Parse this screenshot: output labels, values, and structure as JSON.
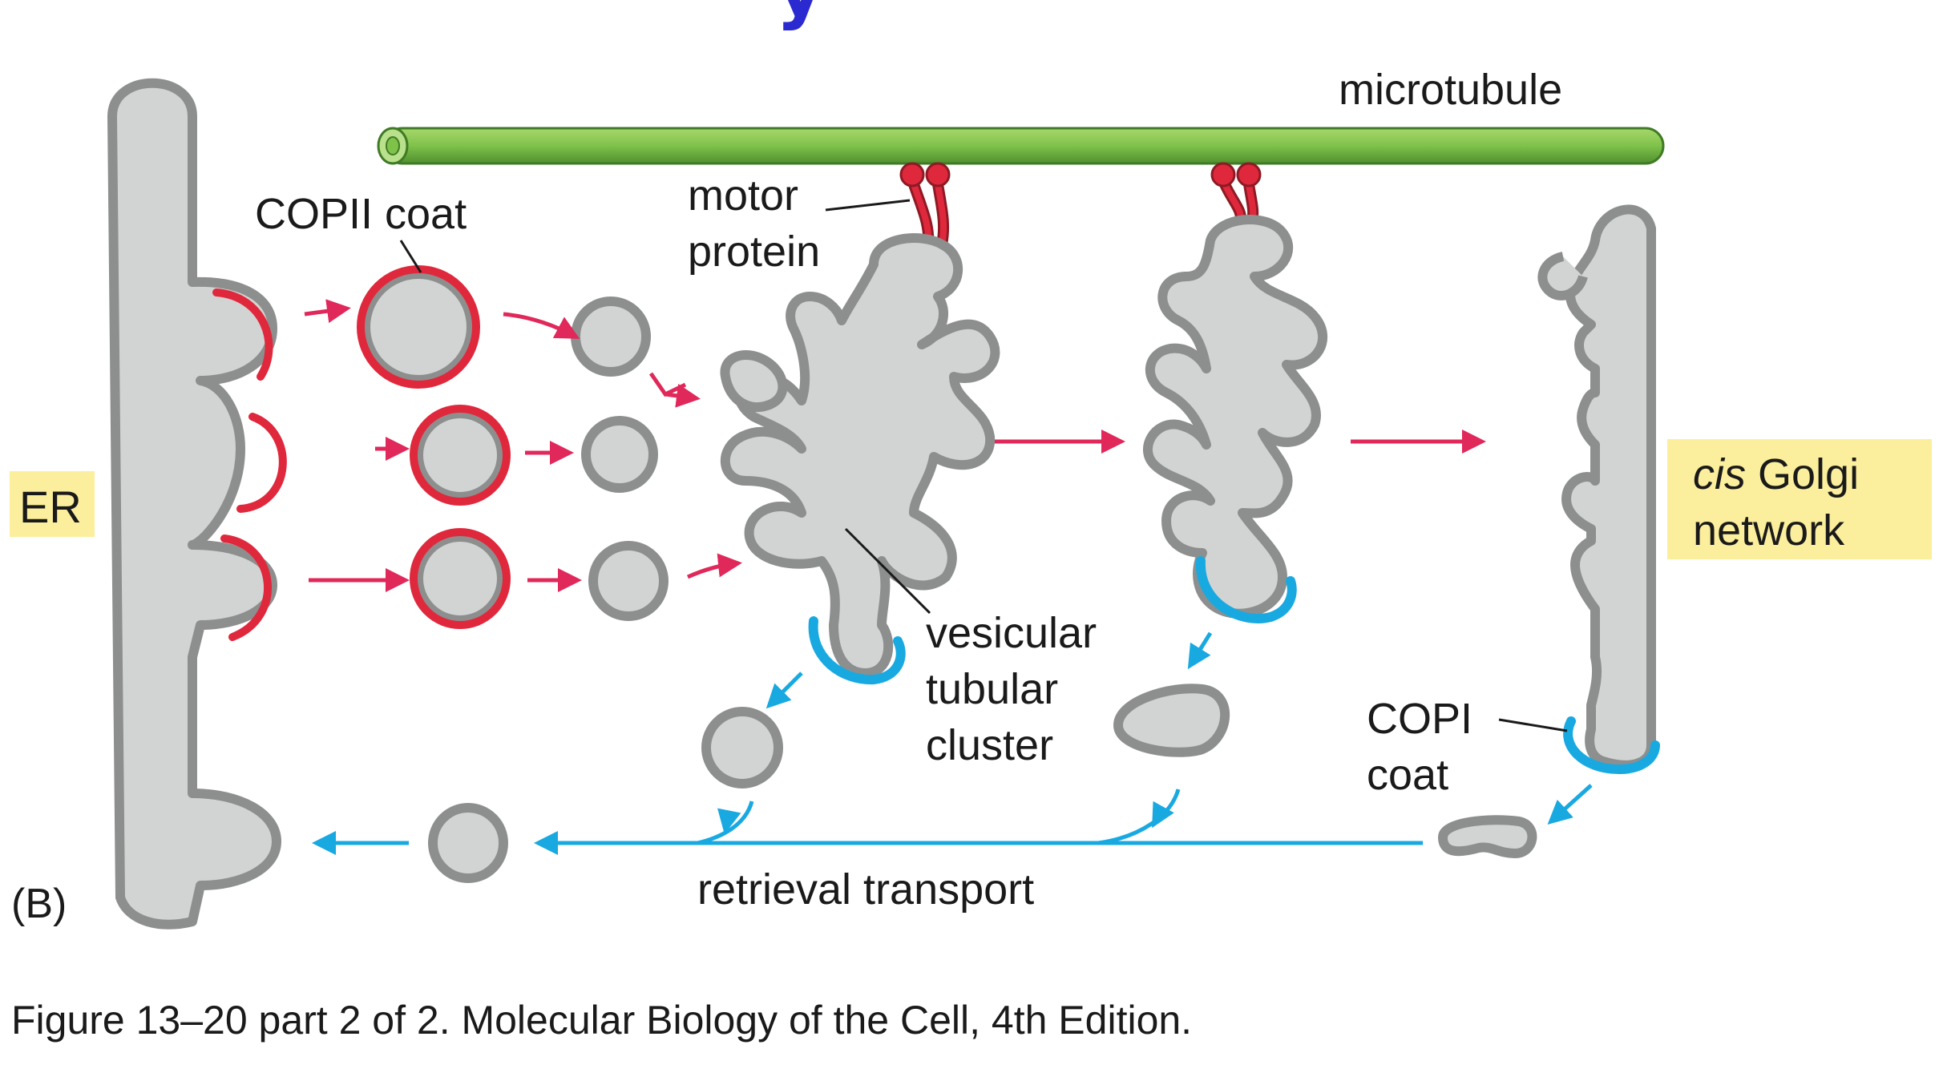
{
  "heading_fragment": "y",
  "panel_label": "(B)",
  "labels": {
    "microtubule": "microtubule",
    "motor_protein_line1": "motor",
    "motor_protein_line2": "protein",
    "copii_coat": "COPII coat",
    "er": "ER",
    "cis_golgi_line1_italic": "cis",
    "cis_golgi_line1_rest": " Golgi",
    "cis_golgi_line2": "network",
    "vesicular_line1": "vesicular",
    "vesicular_line2": "tubular",
    "vesicular_line3": "cluster",
    "copi_line1": "COPI",
    "copi_line2": "coat",
    "retrieval_transport": "retrieval transport"
  },
  "caption": "Figure 13–20 part 2 of 2. Molecular Biology of the Cell, 4th Edition.",
  "colors": {
    "membrane_fill": "#d2d4d3",
    "membrane_stroke": "#8d8f8e",
    "copii": "#e0283c",
    "copi": "#19a9e1",
    "anterograde_arrow": "#e0285a",
    "retrieval_arrow": "#19a9e1",
    "microtubule": "#7fc24a",
    "label_highlight": "#fbee9c",
    "heading": "#2a2ad0"
  }
}
